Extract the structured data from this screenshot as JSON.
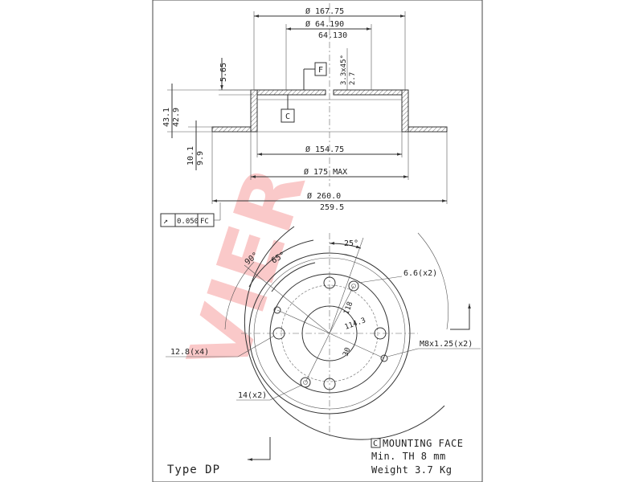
{
  "watermark": "VIER",
  "top_view": {
    "dims": {
      "d_outer_hat": "Ø 167.75",
      "d_bore_max": "Ø 64.190",
      "d_bore_min": "64.130",
      "hat_depth": "5.65",
      "chamfer": "3.3x45°",
      "chamfer_b": "2.7",
      "height_max": "43.1",
      "height_min": "42.9",
      "thick_max": "10.1",
      "thick_min": "9.9",
      "d_inner": "Ø 154.75",
      "d_175": "Ø 175 MAX",
      "d_outer_max": "Ø 260.0",
      "d_outer_min": "259.5"
    },
    "ref_F": "F",
    "ref_C": "C",
    "tolerance": {
      "symbol": "↗",
      "value": "0.050",
      "datum": "FC"
    }
  },
  "front_view": {
    "labels": {
      "angle_25": "25°",
      "angle_90": "90°",
      "angle_65": "65°",
      "hole_66": "6.6(x2)",
      "r118": "118",
      "r1143": "114.3",
      "r30": "30",
      "thread": "M8x1.25(x2)",
      "hole_128": "12.8(x4)",
      "hole_14": "14(x2)"
    }
  },
  "notes": {
    "mounting_marker": "C",
    "mounting": "MOUNTING FACE",
    "min_th": "Min. TH 8 mm",
    "weight": "Weight 3.7 Kg"
  },
  "type_label": "Type DP"
}
